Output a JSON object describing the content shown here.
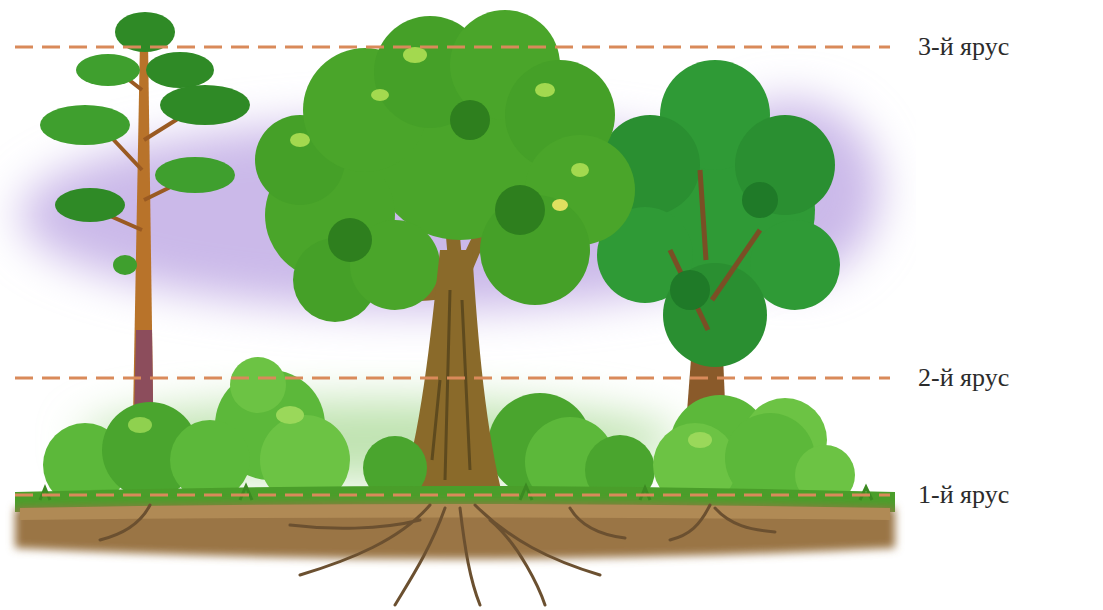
{
  "diagram": {
    "labels": [
      "3-й ярус",
      "2-й ярус",
      "1-й ярус"
    ]
  }
}
